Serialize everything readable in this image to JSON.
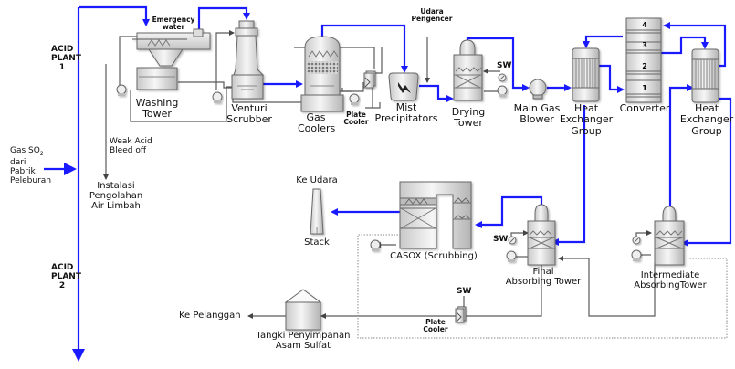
{
  "title": "Acid Plant Process Flow Diagram",
  "colors": {
    "gas_line": "#1a1aff",
    "liquid_line": "#555555",
    "dotted_line": "#888888",
    "equipment_fill": "#e4e4e4",
    "equipment_stroke": "#666666",
    "background": "#ffffff"
  },
  "plant_labels": {
    "acid_plant_1": [
      "ACID",
      "PLANT",
      "1"
    ],
    "acid_plant_2": [
      "ACID",
      "PLANT",
      "2"
    ]
  },
  "inputs": {
    "gas_so2": {
      "line1": "Gas SO",
      "subscript": "2",
      "line2": "dari",
      "line3": "Pabrik",
      "line4": "Peleburan"
    },
    "emergency_water": [
      "Emergency",
      "water"
    ],
    "udara_pengencer": [
      "Udara",
      "Pengencer"
    ],
    "weak_acid": [
      "Weak Acid",
      "Bleed off"
    ]
  },
  "equipment": {
    "washing_tower": [
      "Washing",
      "Tower"
    ],
    "venturi_scrubber": [
      "Venturi",
      "Scrubber"
    ],
    "gas_coolers": [
      "Gas",
      "Coolers"
    ],
    "plate_cooler_top": [
      "Plate",
      "Cooler"
    ],
    "mist_precipitators": [
      "Mist",
      "Precipitators"
    ],
    "drying_tower": [
      "Drying",
      "Tower"
    ],
    "main_gas_blower": [
      "Main Gas",
      "Blower"
    ],
    "heat_exchanger_1": [
      "Heat",
      "Exchanger",
      "Group"
    ],
    "converter": "Converter",
    "converter_beds": [
      "4",
      "3",
      "2",
      "1"
    ],
    "heat_exchanger_2": [
      "Heat",
      "Exchanger",
      "Group"
    ],
    "instalasi": [
      "Instalasi",
      "Pengolahan",
      "Air Limbah"
    ],
    "stack": "Stack",
    "casox": "CASOX (Scrubbing)",
    "final_absorbing_tower": [
      "Final",
      "Absorbing Tower"
    ],
    "intermediate_absorbing_tower": [
      "Intermediate",
      "AbsorbingTower"
    ],
    "plate_cooler_bottom": [
      "Plate",
      "Cooler"
    ],
    "storage_tank": [
      "Tangki Penyimpanan",
      "Asam Sulfat"
    ]
  },
  "outputs": {
    "ke_udara": "Ke Udara",
    "ke_pelanggan": "Ke Pelanggan"
  },
  "utility_labels": {
    "sw": "SW"
  }
}
